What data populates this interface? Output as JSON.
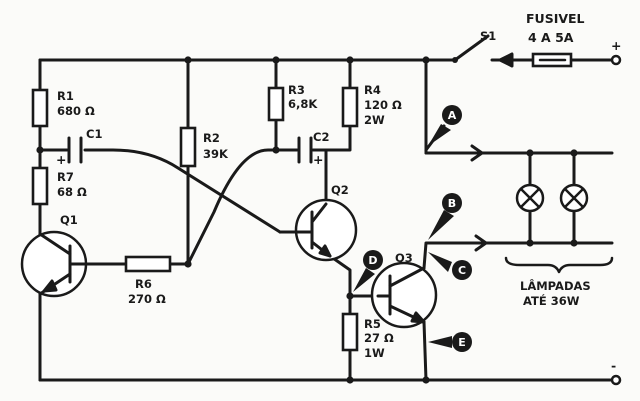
{
  "fuse": {
    "title": "FUSIVEL",
    "rating": "4 A 5A"
  },
  "switch": {
    "name": "S1"
  },
  "terminals": {
    "plus": "+",
    "minus": "-"
  },
  "components": {
    "r1": {
      "name": "R1",
      "value": "680 Ω"
    },
    "r7": {
      "name": "R7",
      "value": "68 Ω"
    },
    "r2": {
      "name": "R2",
      "value": "39K"
    },
    "r3": {
      "name": "R3",
      "value": "6,8K"
    },
    "r4": {
      "name": "R4",
      "value": "120 Ω",
      "extra": "2W"
    },
    "r5": {
      "name": "R5",
      "value": "27 Ω",
      "extra": "1W"
    },
    "r6": {
      "name": "R6",
      "value": "270 Ω"
    },
    "c1": {
      "name": "C1",
      "pol": "+"
    },
    "c2": {
      "name": "C2",
      "pol": "+"
    },
    "q1": {
      "name": "Q1"
    },
    "q2": {
      "name": "Q2"
    },
    "q3": {
      "name": "Q3"
    }
  },
  "markers": {
    "a": "A",
    "b": "B",
    "c": "C",
    "d": "D",
    "e": "E"
  },
  "lamps": {
    "line1": "LÂMPADAS",
    "line2": "ATÉ 36W"
  }
}
